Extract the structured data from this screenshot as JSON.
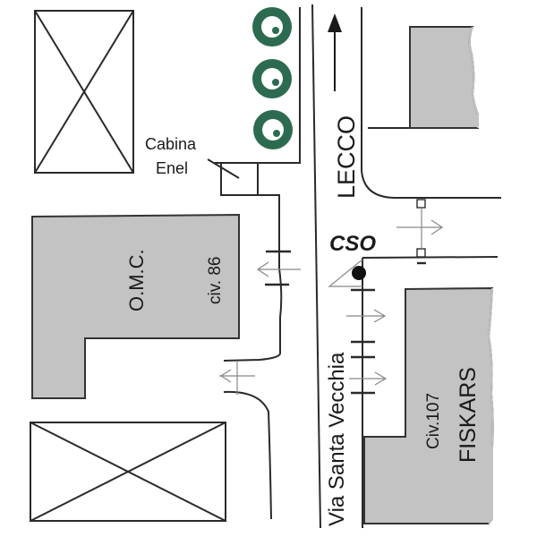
{
  "map": {
    "title": "Site map Via Santa Vecchia",
    "colors": {
      "building_fill": "#c3c3c3",
      "outline": "#2a2a2a",
      "tree": "#2c6b4f",
      "flow_arrow": "#888888",
      "marker": "#111111"
    },
    "labels": {
      "cabina": "Cabina",
      "enel": "Enel",
      "omc": "O.M.C.",
      "omc_civ": "civ. 86",
      "lecco": "LECCO",
      "cso": "CSO",
      "street": "Via Santa Vecchia",
      "fiskars_civ": "Civ.107",
      "fiskars": "FISKARS"
    },
    "icons": {
      "direction": "arrow-up-icon",
      "tree": "tree-icon",
      "flow": "arrow-icon",
      "cso_marker": "dot-marker-icon"
    },
    "tree_count": 3
  }
}
